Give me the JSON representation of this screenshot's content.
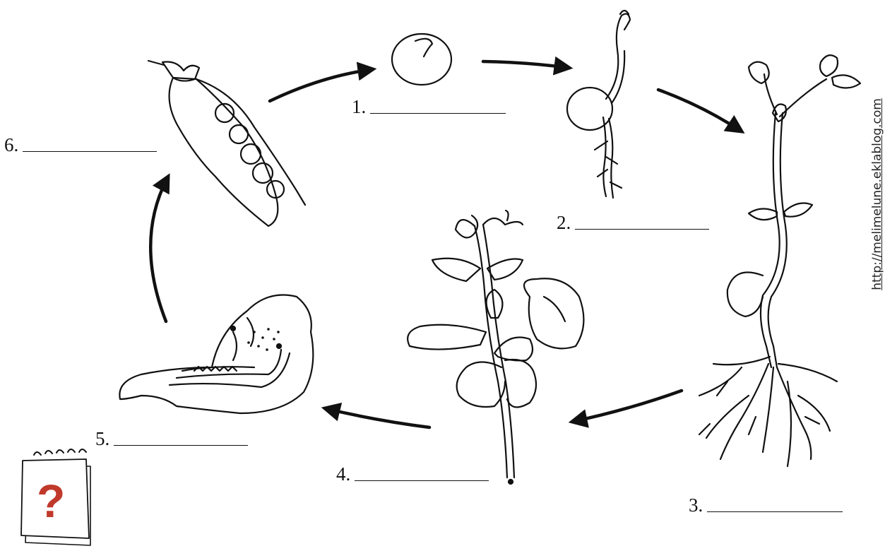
{
  "diagram": {
    "stages": [
      {
        "number": "1.",
        "line": "____________"
      },
      {
        "number": "2.",
        "line": "____________"
      },
      {
        "number": "3.",
        "line": "____________"
      },
      {
        "number": "4.",
        "line": "____________"
      },
      {
        "number": "5.",
        "line": "____________"
      },
      {
        "number": "6.",
        "line": "____________"
      }
    ],
    "watermark": "http://melimelune.eklablog.com",
    "quiz_icon": {
      "icon": "question-notepad-icon",
      "accent": "#c0392b",
      "glyph": "?"
    }
  },
  "colors": {
    "ink": "#111111",
    "background": "#ffffff",
    "question": "#c0392b"
  }
}
